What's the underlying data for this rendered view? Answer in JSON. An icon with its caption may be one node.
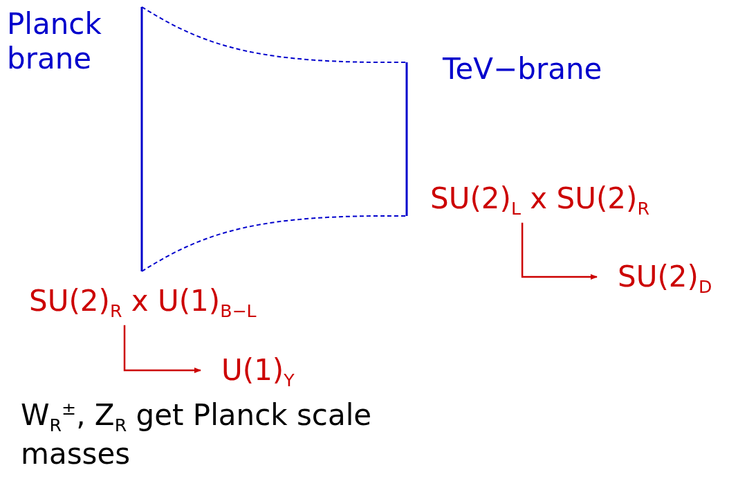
{
  "diagram": {
    "nodes": [
      {
        "text": [
          "SU(2)$_{L}$ x SU(2)$_{R}$"
        ]
      },
      {
        "text": [
          "SU(2)$_{D}$"
        ]
      },
      {
        "text": [
          "SU(2)$_{R}$ x U(1)$_{B−L}$"
        ]
      },
      {
        "text": [
          "U(1)$_{Y}$"
        ]
      }
    ],
    "edges": [
      {
        "from": 0,
        "to": 1,
        "arrow": "to"
      },
      {
        "from": 2,
        "to": 3,
        "arrow": "to"
      }
    ],
    "labels": [
      "Planck brane",
      "TeV−brane",
      "W$_{R}$$^{±}$, Z$_{R}$ get Planck scale masses"
    ]
  }
}
